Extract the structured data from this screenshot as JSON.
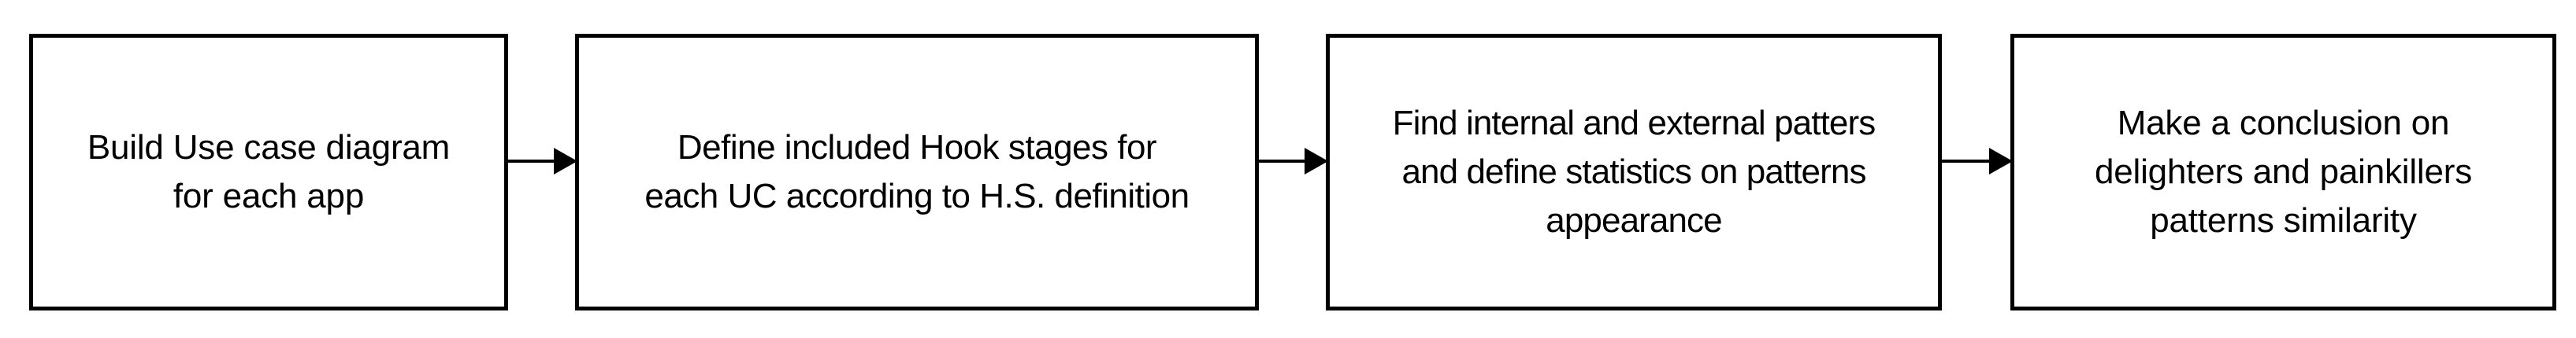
{
  "diagram": {
    "type": "process-flow",
    "orientation": "horizontal",
    "background_color": "#ffffff",
    "stroke_color": "#000000",
    "text_color": "#000000",
    "nodes": [
      {
        "id": "node-1",
        "shape": "rectangle",
        "label": "Build Use case diagram\nfor each app",
        "lines": [
          "Build Use case diagram",
          "for each app"
        ]
      },
      {
        "id": "node-2",
        "shape": "rectangle",
        "label": "Define included Hook stages for\neach UC according to H.S. definition",
        "lines": [
          "Define included Hook stages for",
          "each UC according to H.S. definition"
        ]
      },
      {
        "id": "node-3",
        "shape": "rectangle",
        "label": "Find internal and external patters\nand  define statistics on patterns\nappearance",
        "lines": [
          "Find internal and external patters",
          "and  define statistics on patterns",
          "appearance"
        ]
      },
      {
        "id": "node-4",
        "shape": "rectangle",
        "label": "Make a conclusion on\ndelighters and painkillers\npatterns similarity",
        "lines": [
          "Make a conclusion on",
          "delighters and painkillers",
          "patterns similarity"
        ]
      }
    ],
    "edges": [
      {
        "id": "arrow-1",
        "from": "node-1",
        "to": "node-2",
        "style": "solid-arrow",
        "label": ""
      },
      {
        "id": "arrow-2",
        "from": "node-2",
        "to": "node-3",
        "style": "solid-arrow",
        "label": ""
      },
      {
        "id": "arrow-3",
        "from": "node-3",
        "to": "node-4",
        "style": "solid-arrow",
        "label": ""
      }
    ]
  }
}
